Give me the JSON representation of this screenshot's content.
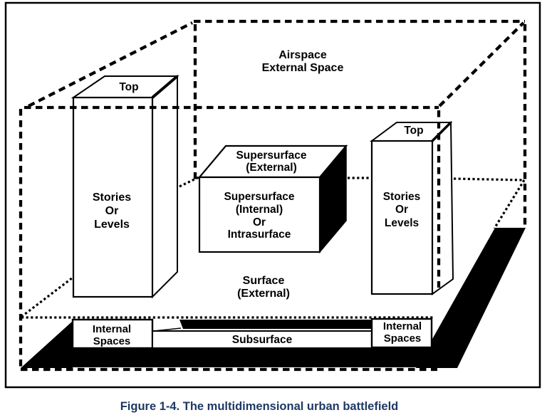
{
  "figure": {
    "airspace": {
      "line1": "Airspace",
      "line2": "External Space"
    },
    "left_building": {
      "top_label": "Top",
      "front_line1": "Stories",
      "front_line2": "Or",
      "front_line3": "Levels"
    },
    "center_box": {
      "top_line1": "Supersurface",
      "top_line2": "(External)",
      "front_line1": "Supersurface",
      "front_line2": "(Internal)",
      "front_line3": "Or",
      "front_line4": "Intrasurface"
    },
    "surface_label": {
      "line1": "Surface",
      "line2": "(External)"
    },
    "right_building": {
      "top_label": "Top",
      "front_line1": "Stories",
      "front_line2": "Or",
      "front_line3": "Levels"
    },
    "subsurface_label": "Subsurface",
    "left_internal": {
      "line1": "Internal",
      "line2": "Spaces"
    },
    "right_internal": {
      "line1": "Internal",
      "line2": "Spaces"
    }
  },
  "caption": "Figure 1-4. The multidimensional urban battlefield",
  "colors": {
    "ink": "#000000",
    "background": "#ffffff",
    "caption_text": "#1F3864"
  }
}
